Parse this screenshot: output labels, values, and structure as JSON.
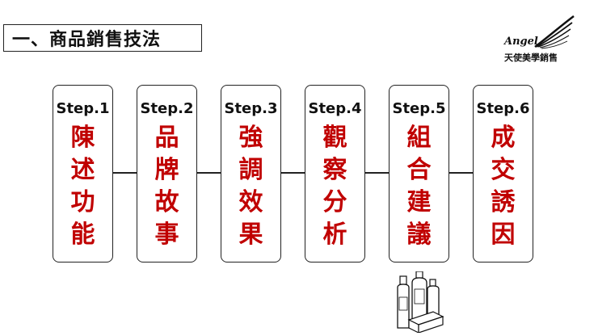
{
  "header": {
    "title": "一、商品銷售技法"
  },
  "logo": {
    "wordmark": "Angel",
    "subtitle": "天使美學銷售"
  },
  "steps": [
    {
      "label": "Step.1",
      "text": [
        "陳",
        "述",
        "功",
        "能"
      ]
    },
    {
      "label": "Step.2",
      "text": [
        "品",
        "牌",
        "故",
        "事"
      ]
    },
    {
      "label": "Step.3",
      "text": [
        "強",
        "調",
        "效",
        "果"
      ]
    },
    {
      "label": "Step.4",
      "text": [
        "觀",
        "察",
        "分",
        "析"
      ]
    },
    {
      "label": "Step.5",
      "text": [
        "組",
        "合",
        "建",
        "議"
      ]
    },
    {
      "label": "Step.6",
      "text": [
        "成",
        "交",
        "誘",
        "因"
      ]
    }
  ],
  "colors": {
    "accent": "#c00000",
    "border": "#222222"
  },
  "icons": {
    "logo_mark": "angel-wing-icon",
    "illustration": "product-bottles-icon"
  }
}
